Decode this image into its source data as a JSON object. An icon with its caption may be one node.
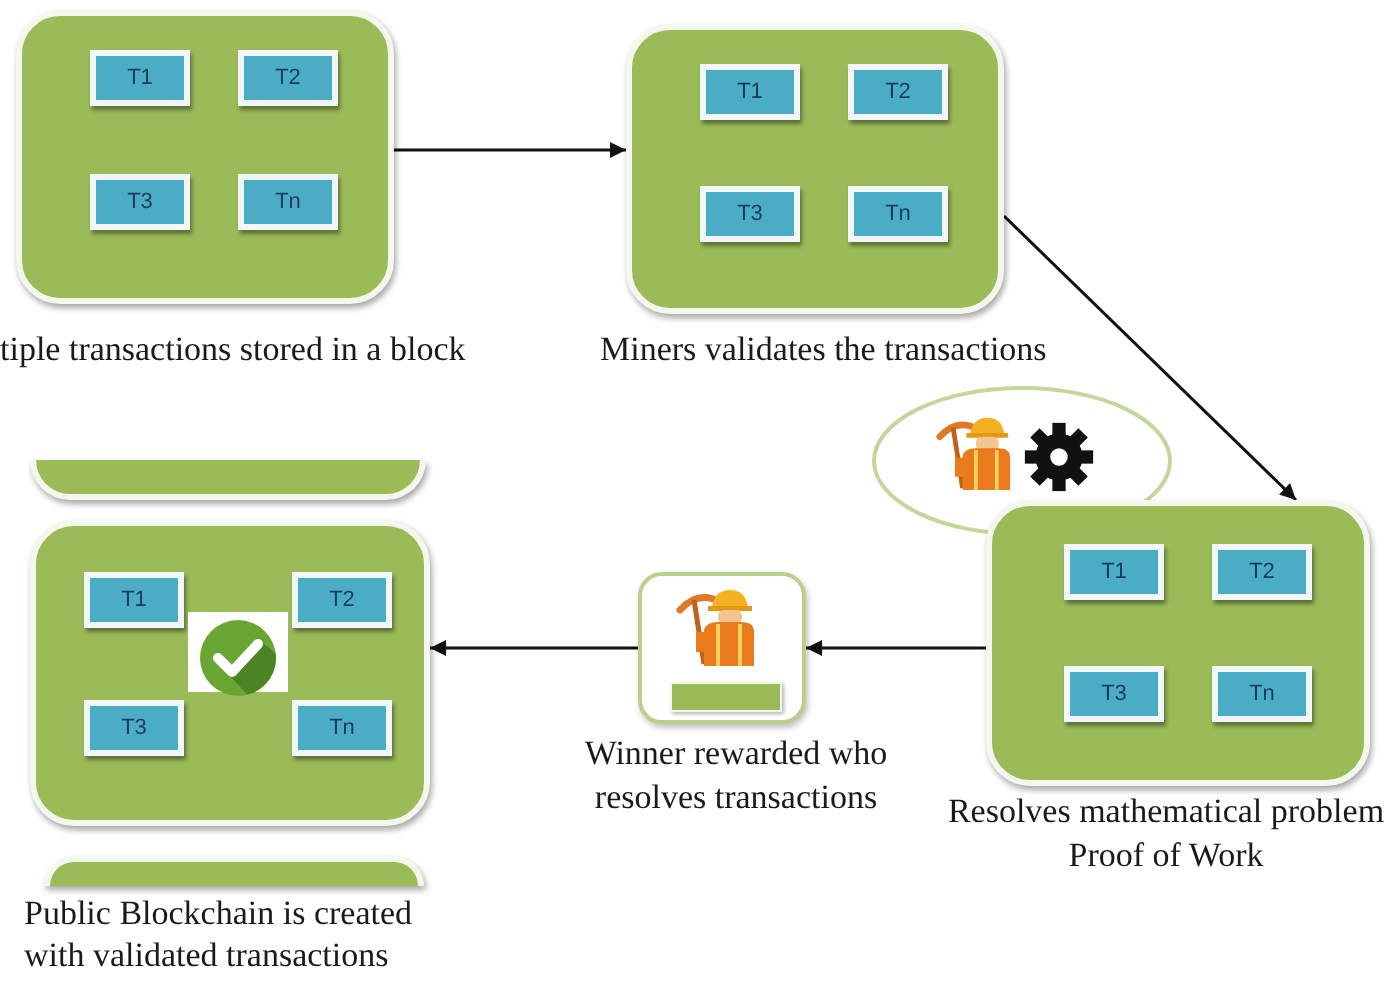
{
  "diagram": {
    "nodes": [
      {
        "text": [],
        "shape": "box",
        "beside": [
          "tiple transactions stored in a block"
        ]
      },
      {
        "text": [
          "T1"
        ],
        "in": 0
      },
      {
        "text": [
          "T2"
        ],
        "in": 0
      },
      {
        "text": [
          "T3"
        ],
        "in": 0
      },
      {
        "text": [
          "Tn"
        ],
        "in": 0
      },
      {
        "text": [],
        "shape": "box",
        "beside": [
          "Miners validates the transactions"
        ]
      },
      {
        "text": [
          "T1"
        ],
        "in": 5
      },
      {
        "text": [
          "T2"
        ],
        "in": 5
      },
      {
        "text": [
          "T3"
        ],
        "in": 5
      },
      {
        "text": [
          "Tn"
        ],
        "in": 5
      },
      {
        "text": [],
        "shape": "box",
        "beside": [
          "Resolves mathematical problem Proof of Work"
        ]
      },
      {
        "text": [
          "T1"
        ],
        "in": 10
      },
      {
        "text": [
          "T2"
        ],
        "in": 10
      },
      {
        "text": [
          "T3"
        ],
        "in": 10
      },
      {
        "text": [
          "Tn"
        ],
        "in": 10
      },
      {
        "text": [],
        "shape": "box",
        "beside": [
          "Winner rewarded who resolves transactions"
        ]
      },
      {
        "text": [],
        "shape": "box"
      },
      {
        "text": [],
        "shape": "box"
      },
      {
        "text": [
          "T1"
        ],
        "in": 17
      },
      {
        "text": [
          "T2"
        ],
        "in": 17
      },
      {
        "text": [
          "T3"
        ],
        "in": 17
      },
      {
        "text": [
          "Tn"
        ],
        "in": 17
      },
      {
        "text": [],
        "shape": "box"
      }
    ],
    "edges": [
      {
        "from": 0,
        "to": 5,
        "arrow": "to"
      },
      {
        "from": 5,
        "to": 10,
        "arrow": "to"
      },
      {
        "from": 10,
        "to": 15,
        "arrow": "to"
      },
      {
        "from": 15,
        "to": 17,
        "arrow": "to"
      }
    ],
    "labels": [
      "Public Blockchain is created with validated transactions"
    ]
  }
}
